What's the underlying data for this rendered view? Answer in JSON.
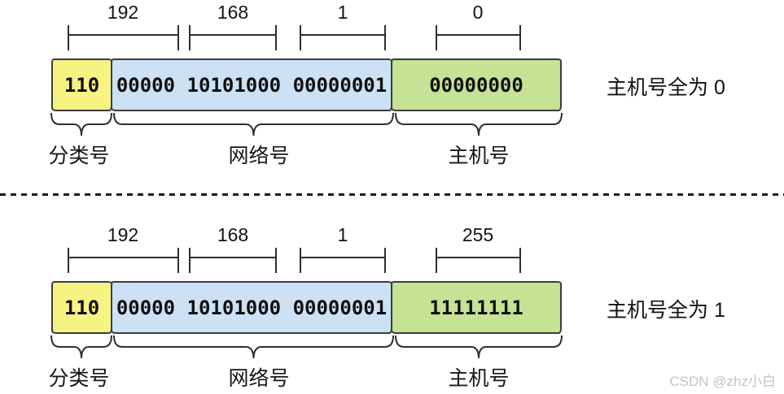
{
  "colors": {
    "class_box": "#f7f383",
    "network_box": "#cde1f5",
    "host_box": "#c5e295",
    "stroke": "#2e2e2e",
    "ink": "#141414",
    "watermark": "#c3c3c3"
  },
  "diagrams": [
    {
      "octet_labels": [
        "192",
        "168",
        "1",
        "0"
      ],
      "class_bits": "110",
      "network_bits": "00000 10101000 00000001",
      "host_bits": "00000000",
      "field_labels": [
        "分类号",
        "网络号",
        "主机号"
      ],
      "note": "主机号全为 0"
    },
    {
      "octet_labels": [
        "192",
        "168",
        "1",
        "255"
      ],
      "class_bits": "110",
      "network_bits": "00000 10101000 00000001",
      "host_bits": "11111111",
      "field_labels": [
        "分类号",
        "网络号",
        "主机号"
      ],
      "note": "主机号全为 1"
    }
  ],
  "watermark": {
    "text": "CSDN @zhz小白"
  }
}
